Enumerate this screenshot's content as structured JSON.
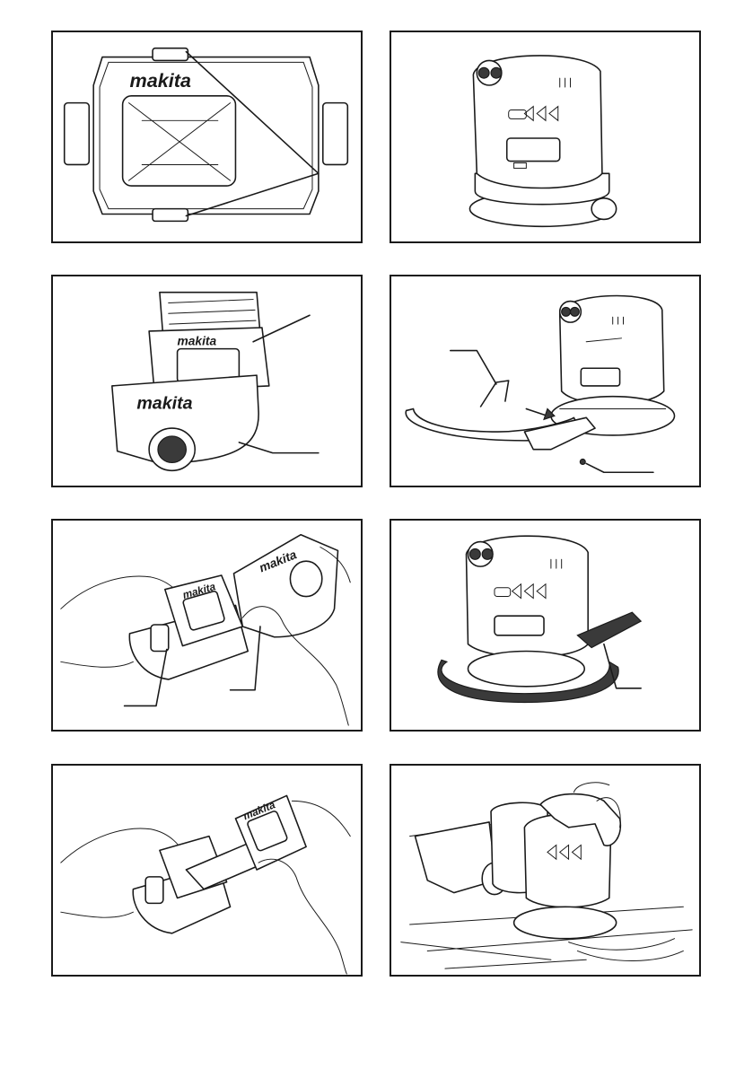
{
  "figures": [
    {
      "id": "fig1",
      "subject": "dust-bag-frame-front",
      "logo": "makita"
    },
    {
      "id": "fig2",
      "subject": "sander-body",
      "logo": ""
    },
    {
      "id": "fig3",
      "subject": "dust-bag-assembly",
      "logo": "makita"
    },
    {
      "id": "fig4",
      "subject": "dust-nozzle-attachment",
      "logo": ""
    },
    {
      "id": "fig5",
      "subject": "dust-bag-removal-hands",
      "logo": "makita"
    },
    {
      "id": "fig6",
      "subject": "sander-with-nozzle",
      "logo": ""
    },
    {
      "id": "fig7",
      "subject": "dust-bag-emptying-hands",
      "logo": "makita"
    },
    {
      "id": "fig8",
      "subject": "sander-in-use",
      "logo": ""
    }
  ],
  "colors": {
    "line": "#1a1a1a",
    "background": "#ffffff",
    "fill_dark": "#3a3a3a"
  }
}
